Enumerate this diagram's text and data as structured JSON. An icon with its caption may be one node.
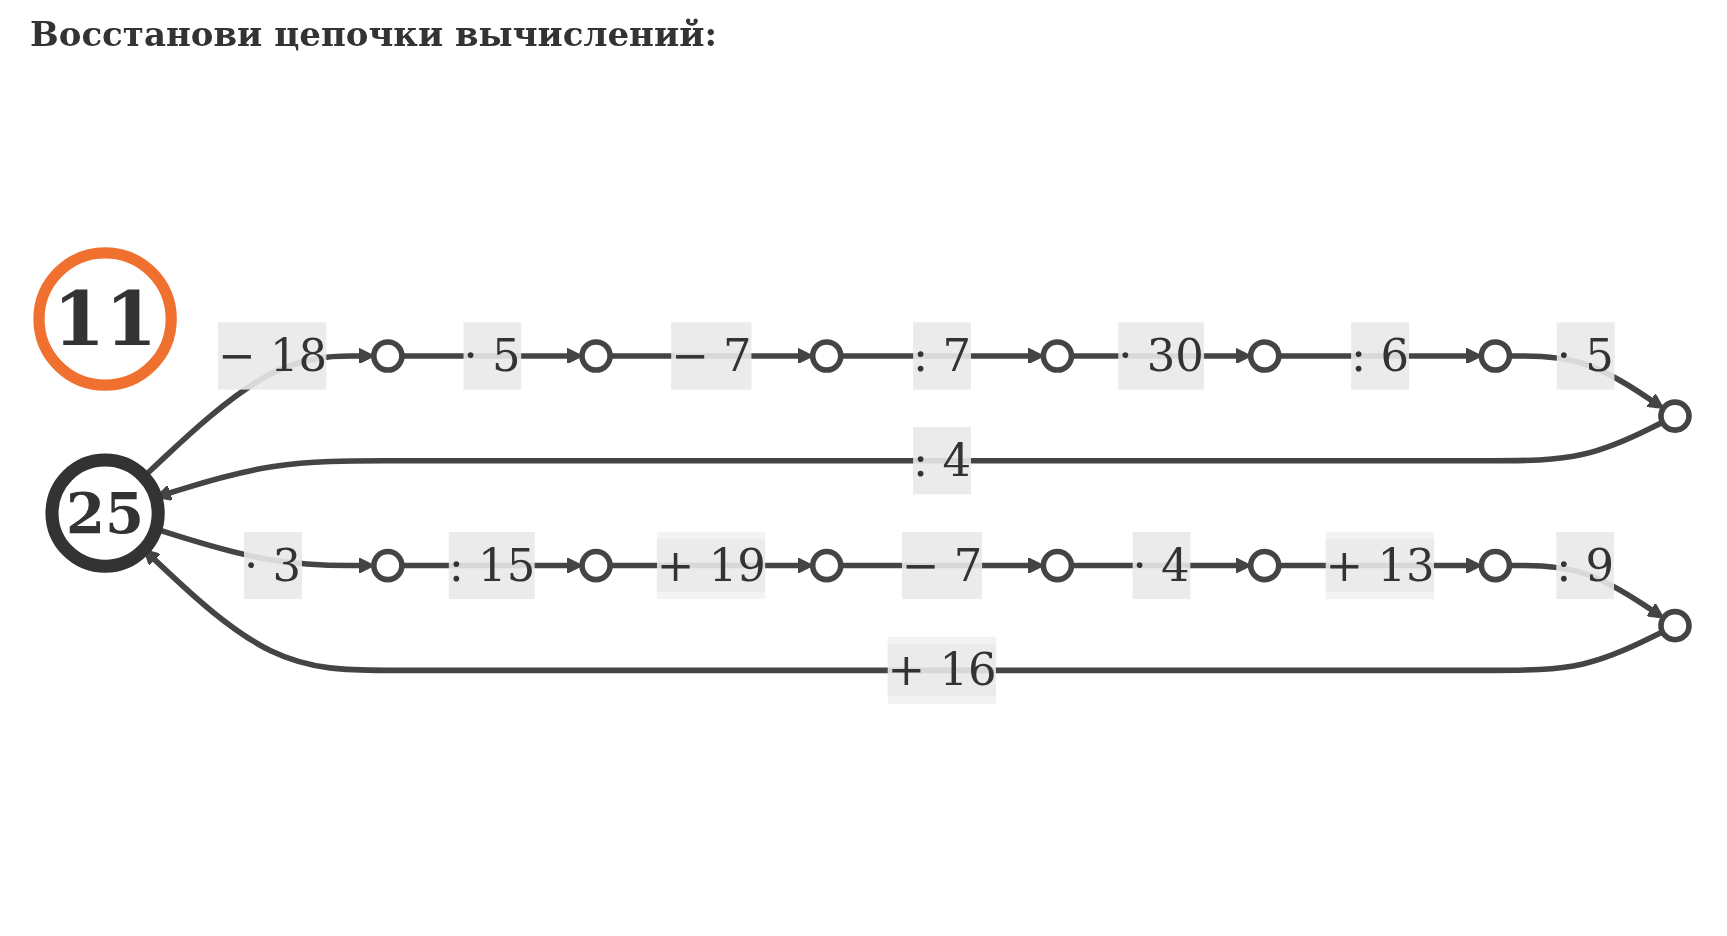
{
  "diagram": {
    "title": "Восстанови цепочки вычислений:",
    "nodes": [
      {
        "text": [
          "11"
        ]
      },
      {
        "text": [
          "25"
        ]
      },
      {
        "text": [],
        "shape": "circle"
      },
      {
        "text": [],
        "shape": "circle"
      },
      {
        "text": [],
        "shape": "circle"
      },
      {
        "text": [],
        "shape": "circle"
      },
      {
        "text": [],
        "shape": "circle"
      },
      {
        "text": [],
        "shape": "circle"
      },
      {
        "text": [],
        "shape": "circle"
      },
      {
        "text": [],
        "shape": "circle"
      },
      {
        "text": [],
        "shape": "circle"
      },
      {
        "text": [],
        "shape": "circle"
      },
      {
        "text": [],
        "shape": "circle"
      },
      {
        "text": [],
        "shape": "circle"
      },
      {
        "text": [],
        "shape": "circle"
      },
      {
        "text": [],
        "shape": "circle"
      }
    ],
    "edges": [
      {
        "from": 1,
        "to": 2,
        "arrow": "to",
        "label": "− 18"
      },
      {
        "from": 2,
        "to": 3,
        "arrow": "to",
        "label": "· 5"
      },
      {
        "from": 3,
        "to": 4,
        "arrow": "to",
        "label": "− 7"
      },
      {
        "from": 4,
        "to": 5,
        "arrow": "to",
        "label": ": 7"
      },
      {
        "from": 5,
        "to": 6,
        "arrow": "to",
        "label": "· 30"
      },
      {
        "from": 6,
        "to": 7,
        "arrow": "to",
        "label": ": 6"
      },
      {
        "from": 7,
        "to": 8,
        "arrow": "to",
        "label": "· 5"
      },
      {
        "from": 8,
        "to": 1,
        "arrow": "to",
        "label": ": 4"
      },
      {
        "from": 1,
        "to": 9,
        "arrow": "to",
        "label": "· 3"
      },
      {
        "from": 9,
        "to": 10,
        "arrow": "to",
        "label": ": 15"
      },
      {
        "from": 10,
        "to": 11,
        "arrow": "to",
        "label": "+ 19"
      },
      {
        "from": 11,
        "to": 12,
        "arrow": "to",
        "label": "− 7"
      },
      {
        "from": 12,
        "to": 13,
        "arrow": "to",
        "label": "· 4"
      },
      {
        "from": 13,
        "to": 14,
        "arrow": "to",
        "label": "+ 13"
      },
      {
        "from": 14,
        "to": 15,
        "arrow": "to",
        "label": ": 9"
      },
      {
        "from": 15,
        "to": 1,
        "arrow": "to",
        "label": "+ 16"
      }
    ]
  }
}
